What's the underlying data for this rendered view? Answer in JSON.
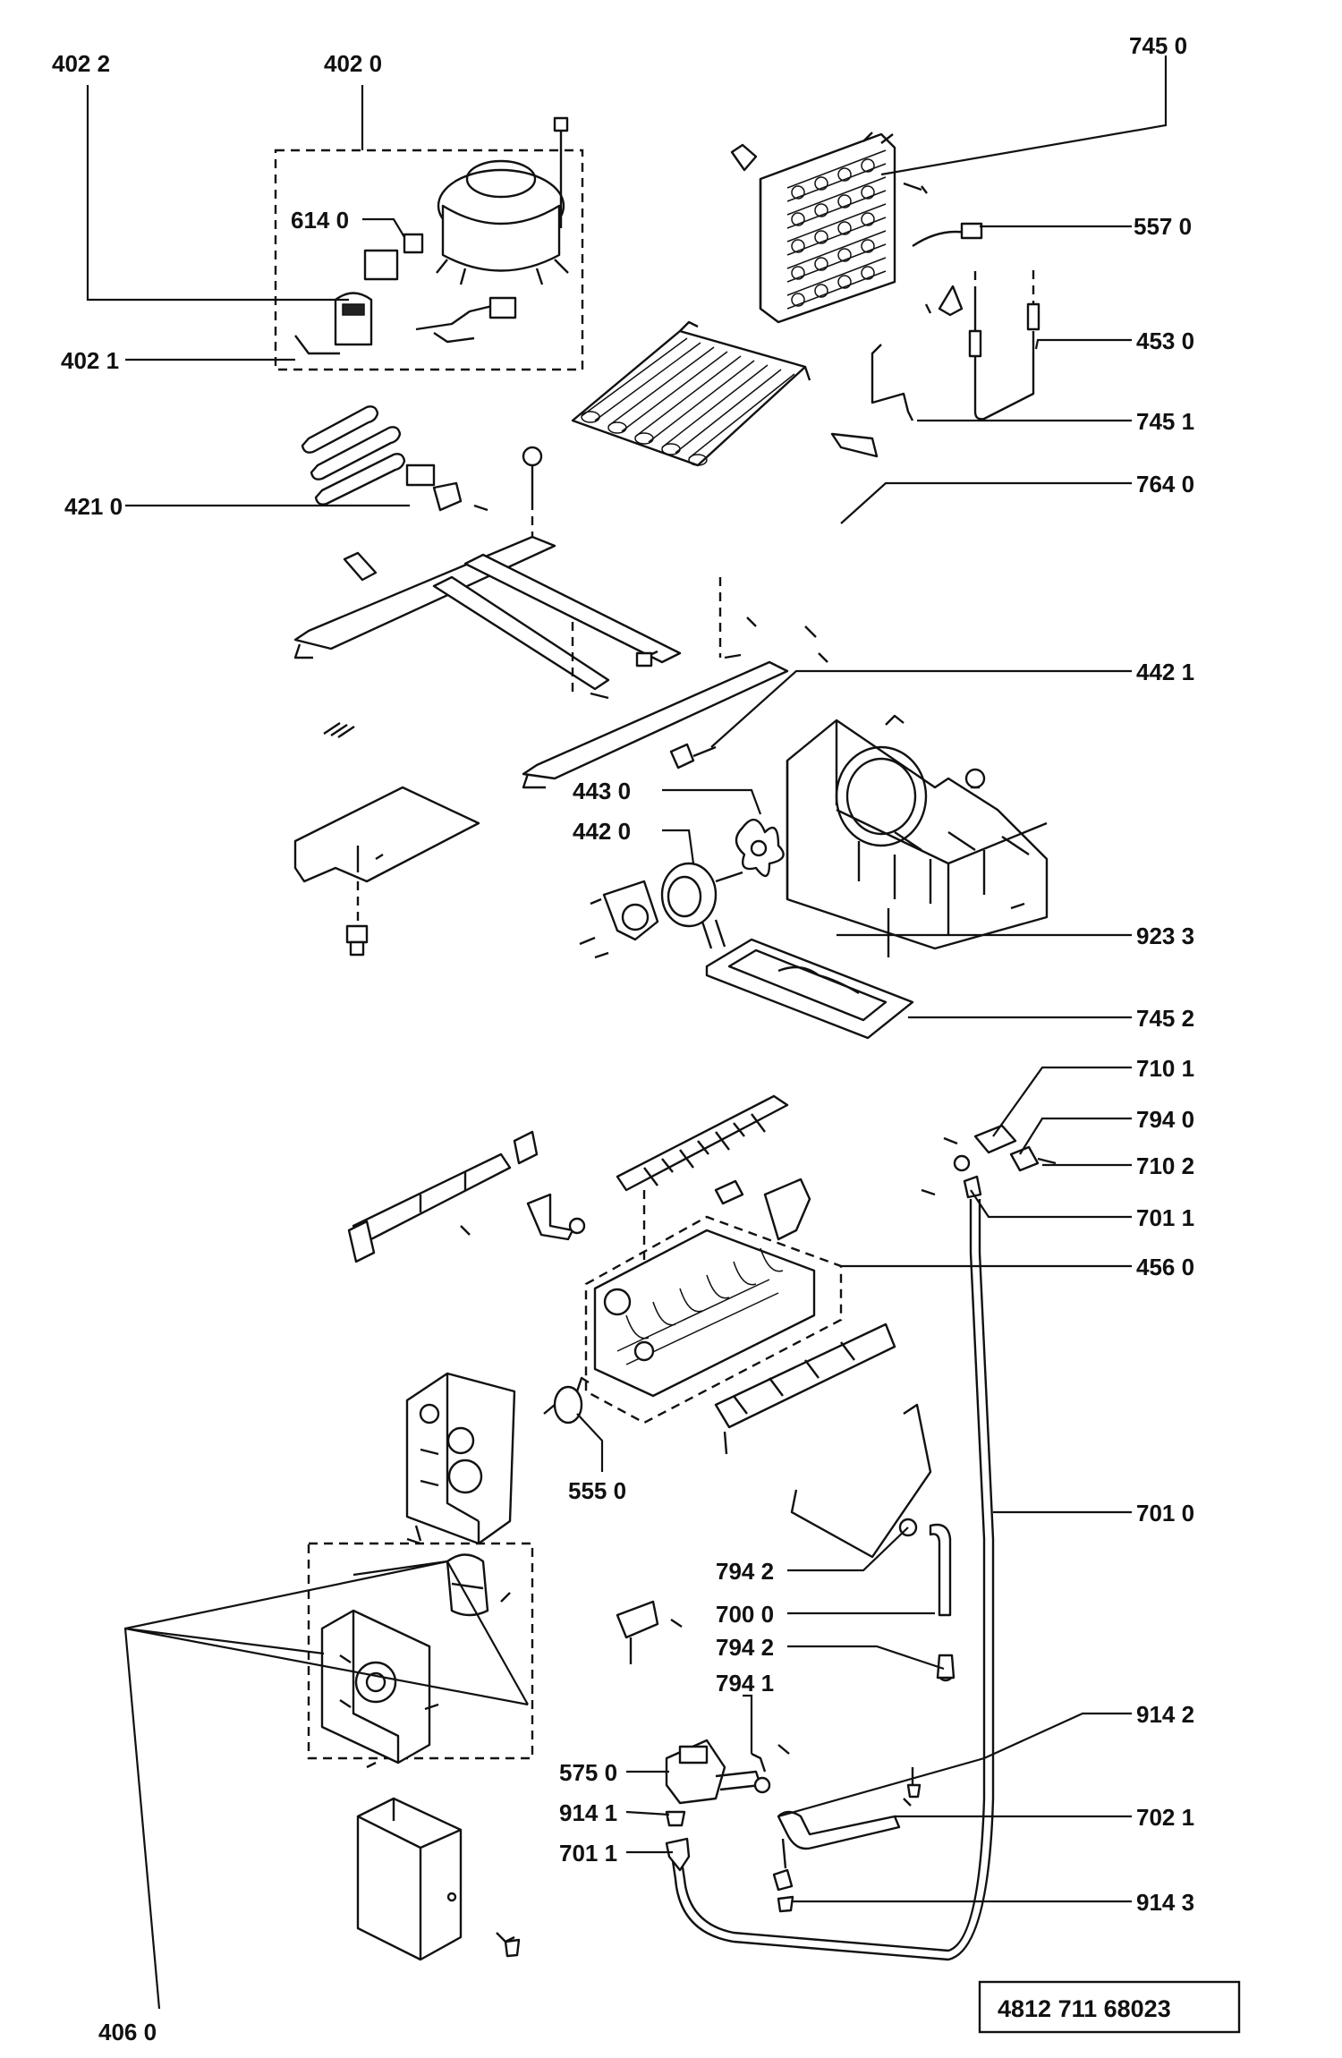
{
  "labels": {
    "l4022": "402 2",
    "l4020": "402 0",
    "l7450": "745 0",
    "l6140": "614 0",
    "l5570": "557 0",
    "l4021": "402 1",
    "l4530": "453 0",
    "l7451": "745 1",
    "l4210": "421 0",
    "l7640": "764 0",
    "l4421": "442 1",
    "l4430": "443 0",
    "l4420": "442 0",
    "l9233": "923 3",
    "l7452": "745 2",
    "l7101": "710 1",
    "l7940": "794 0",
    "l7102": "710 2",
    "l7011": "701 1",
    "l4560": "456 0",
    "l5550": "555 0",
    "l7010": "701  0",
    "l7942a": "794 2",
    "l7000": "700 0",
    "l7942b": "794 2",
    "l7941": "794 1",
    "l9142": "914 2",
    "l5750": "575 0",
    "l9141": "914 1",
    "l7021": "702 1",
    "l7011b": "701 1",
    "l9143": "914 3",
    "l4060": "406 0"
  },
  "doc_code": "4812   711   68023"
}
